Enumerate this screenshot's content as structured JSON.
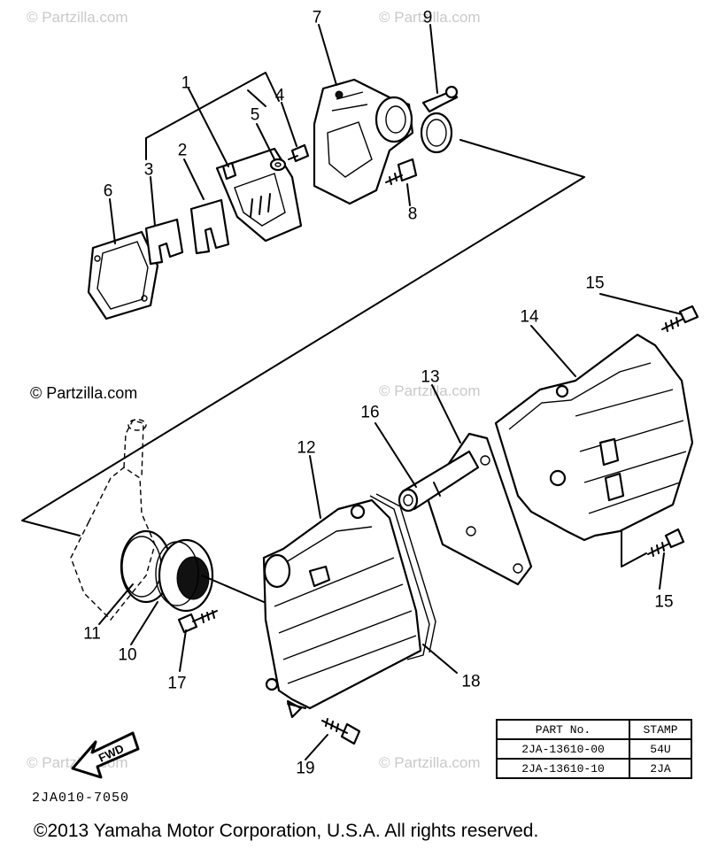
{
  "watermarks": {
    "top_left": "© Partzilla.com",
    "top_right": "© Partzilla.com",
    "mid_left": "© Partzilla.com",
    "mid_center": "© Partzilla.com",
    "bottom_left": "© Partzilla.com",
    "bottom_center": "© Partzilla.com"
  },
  "callouts": {
    "n1": "1",
    "n2": "2",
    "n3": "3",
    "n4": "4",
    "n5": "5",
    "n6": "6",
    "n7": "7",
    "n8": "8",
    "n9": "9",
    "n10": "10",
    "n11": "11",
    "n12": "12",
    "n13": "13",
    "n14": "14",
    "n15a": "15",
    "n15b": "15",
    "n16": "16",
    "n17": "17",
    "n18": "18",
    "n19": "19"
  },
  "parts_table": {
    "header": {
      "part_no": "PART No.",
      "stamp": "STAMP"
    },
    "rows": [
      {
        "part_no": "2JA-13610-00",
        "stamp": "54U"
      },
      {
        "part_no": "2JA-13610-10",
        "stamp": "2JA"
      }
    ]
  },
  "arrow_label": "FWD",
  "drawing_code": "2JA010-7050",
  "copyright": "©2013 Yamaha Motor Corporation, U.S.A. All rights reserved."
}
